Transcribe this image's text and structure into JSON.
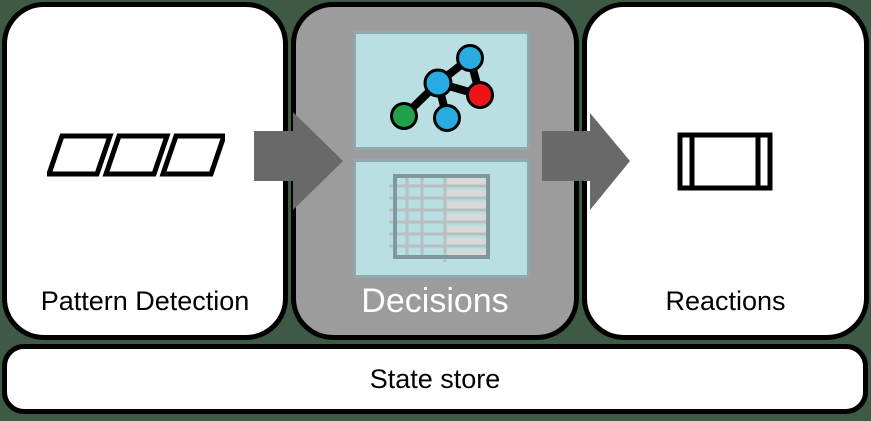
{
  "diagram": {
    "boxes": [
      {
        "label": "Pattern Detection"
      },
      {
        "label": "Decisions"
      },
      {
        "label": "Reactions"
      }
    ],
    "state_store": {
      "label": "State store"
    },
    "arrows": [
      {
        "from": "pattern-detection",
        "to": "decisions"
      },
      {
        "from": "decisions",
        "to": "reactions"
      }
    ]
  },
  "icons": {
    "event_stream": "three-parallelograms-icon",
    "pattern_graph": "network-graph-icon",
    "decision_table": "spreadsheet-table-icon",
    "reaction_sink": "framed-rectangle-icon"
  },
  "colors": {
    "page_bg": "#3e5a45",
    "box_white": "#ffffff",
    "box_gray": "#9c9c9c",
    "border_black": "#000000",
    "arrow_gray": "#696969",
    "panel_cyan": "#b9dfe3",
    "panel_border": "#8fa8ab",
    "table_frame": "#7e989d",
    "table_grid": "#b7c1c2",
    "table_cell_fill": "#d9d9d9",
    "node_blue": "#29abe2",
    "node_green": "#21a14c",
    "node_red": "#ee1418",
    "label_dark": "#000000",
    "label_light": "#ffffff"
  }
}
